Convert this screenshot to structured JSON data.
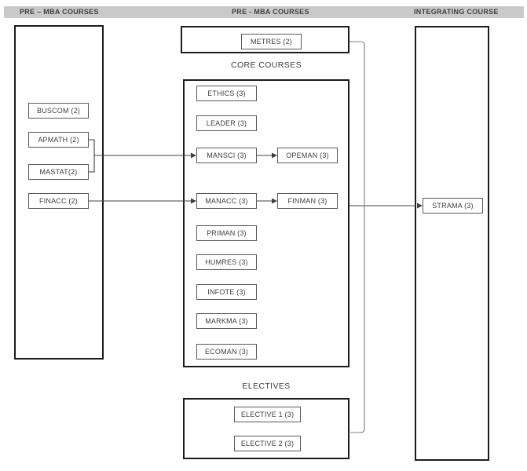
{
  "header": {
    "left": "PRE – MBA COURSES",
    "middle": "PRE - MBA COURSES",
    "right": "INTEGRATING COURSE"
  },
  "sections": {
    "core_courses_label": "CORE COURSES",
    "electives_label": "ELECTIVES"
  },
  "courses": {
    "buscom": "BUSCOM (2)",
    "apmath": "APMATH (2)",
    "mastat": "MASTAT(2)",
    "finacc": "FINACC (2)",
    "metres": "METRES (2)",
    "ethics": "ETHICS (3)",
    "leader": "LEADER (3)",
    "mansci": "MANSCI (3)",
    "opeman": "OPEMAN (3)",
    "manacc": "MANACC (3)",
    "finman": "FINMAN (3)",
    "priman": "PRIMAN (3)",
    "humres": "HUMRES (3)",
    "infote": "INFOTE (3)",
    "markma": "MARKMA (3)",
    "ecoman": "ECOMAN (3)",
    "elective1": "ELECTIVE 1 (3)",
    "elective2": "ELECTIVE 2 (3)",
    "strama": "STRAMA (3)"
  },
  "edges": [
    {
      "from": "APMATH (2) + MASTAT(2)",
      "to": "MANSCI (3)",
      "style": "arrow"
    },
    {
      "from": "FINACC (2)",
      "to": "MANACC (3)",
      "style": "arrow"
    },
    {
      "from": "MANSCI (3)",
      "to": "OPEMAN (3)",
      "style": "arrow"
    },
    {
      "from": "MANACC (3)",
      "to": "FINMAN (3)",
      "style": "arrow"
    },
    {
      "from": "CORE COURSES box",
      "to": "STRAMA (3)",
      "style": "arrow"
    },
    {
      "from": "METRES (2) box",
      "to": "ELECTIVES box",
      "style": "line"
    }
  ],
  "colors": {
    "header_bar": "#c9c9c9",
    "outer_border": "#1c1c1c",
    "node_border": "#595959",
    "text": "#3f3f3f",
    "connector": "#404040",
    "side_connector": "#7f7f7f",
    "background": "#ffffff"
  }
}
